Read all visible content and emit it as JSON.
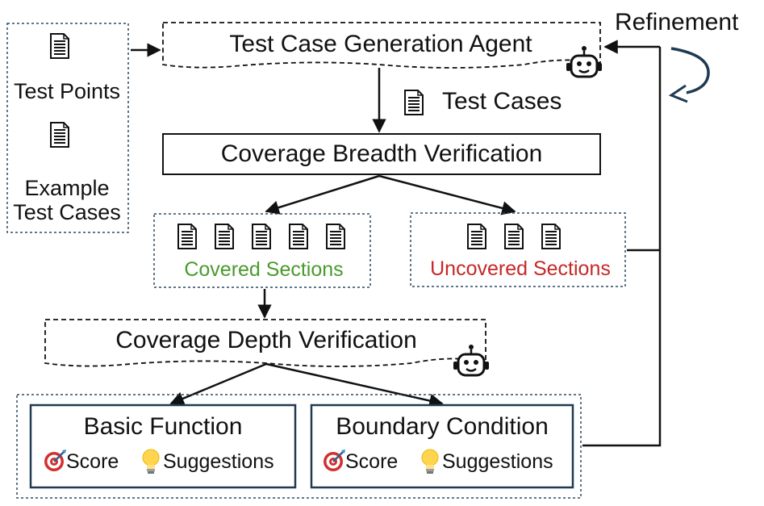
{
  "inputs": {
    "test_points": "Test Points",
    "example_line1": "Example",
    "example_line2": "Test Cases"
  },
  "agent_label": "Test Case Generation Agent",
  "refinement_label": "Refinement",
  "test_cases_label": "Test Cases",
  "breadth_label": "Coverage Breadth Verification",
  "covered_label": "Covered Sections",
  "uncovered_label": "Uncovered Sections",
  "depth_label": "Coverage Depth Verification",
  "basic": {
    "title": "Basic Function",
    "score": "Score",
    "suggestions": "Suggestions"
  },
  "boundary": {
    "title": "Boundary Condition",
    "score": "Score",
    "suggestions": "Suggestions"
  },
  "colors": {
    "covered": "#4a9a2c",
    "uncovered": "#c62828",
    "box_border": "#2b4a63",
    "dashed_border": "#2b4a63",
    "refinement_arrow": "#1f3a52"
  },
  "icons": [
    "document-icon",
    "robot-icon",
    "target-icon",
    "lightbulb-icon",
    "refresh-arrow-icon"
  ]
}
